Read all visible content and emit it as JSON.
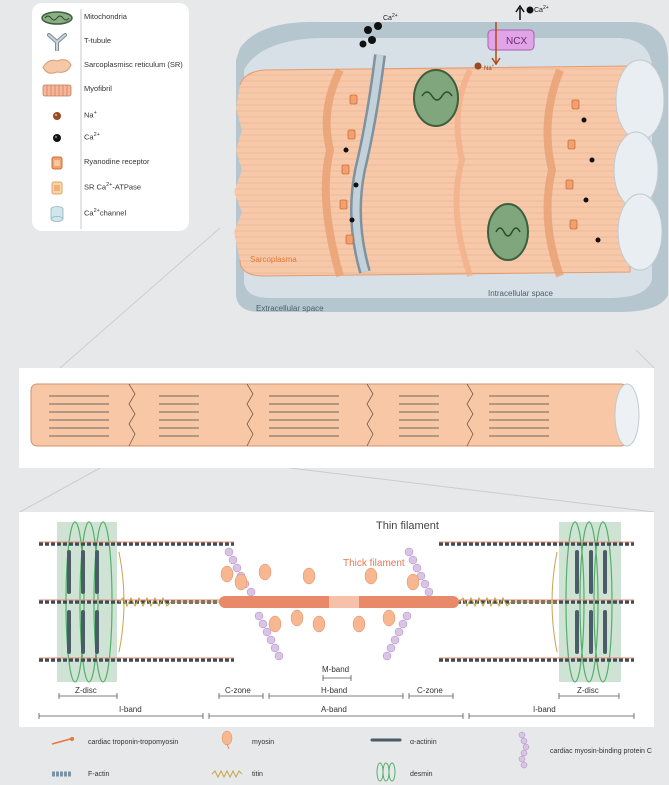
{
  "legend": {
    "items": [
      {
        "key": "mito",
        "label": "Mitochondria"
      },
      {
        "key": "ttub",
        "label": "T-tubule"
      },
      {
        "key": "sr",
        "label": "Sarcoplasmisc reticulum (SR)"
      },
      {
        "key": "myo",
        "label": "Myofibril"
      },
      {
        "key": "na",
        "label": "Na",
        "sup": "+"
      },
      {
        "key": "ca",
        "label": "Ca",
        "sup": "2+"
      },
      {
        "key": "ryr",
        "label": "Ryanodine receptor"
      },
      {
        "key": "serca",
        "label": "SR  Ca",
        "sup": "2+",
        "suffix": "-ATPase"
      },
      {
        "key": "cach",
        "label": "Ca",
        "sup": "2+",
        "suffix": "channel"
      }
    ]
  },
  "cell": {
    "ncx": "NCX",
    "ca_top_left": "Ca",
    "ca_top_right": "Ca",
    "ion_sup_ca": "2+",
    "na_label": "Na",
    "ion_sup_na": "+",
    "sarcoplasma": "Sarcoplasma",
    "intracellular": "Intracellular space",
    "extracellular": "Extracellular space"
  },
  "sarcomere": {
    "thin_filament": "Thin filament",
    "thick_filament": "Thick filament",
    "bands": {
      "m_band": "M-band",
      "z_disc_left": "Z-disc",
      "c_zone_left": "C-zone",
      "h_band": "H-band",
      "c_zone_right": "C-zone",
      "z_disc_right": "Z-disc",
      "i_band_left": "I-band",
      "a_band": "A-band",
      "i_band_right": "I-band"
    }
  },
  "bottom_legend": {
    "troponin": "cardiac troponin-tropomyosin",
    "myosin": "myosin",
    "actinin": "α-actinin",
    "mybpc": "cardiac myosin-binding protein C",
    "factin": "F-actin",
    "titin": "titin",
    "desmin": "desmin"
  },
  "colors": {
    "peach": "#f7c7a6",
    "peach_dark": "#e8a37d",
    "grey_blue": "#b9c8d2",
    "mito_green": "#6b9a6b",
    "ncx_purple": "#cf8fd6",
    "zdisc_green": "#cfe3d4",
    "thick_orange": "#e88a6a",
    "titin": "#c9a54a"
  }
}
